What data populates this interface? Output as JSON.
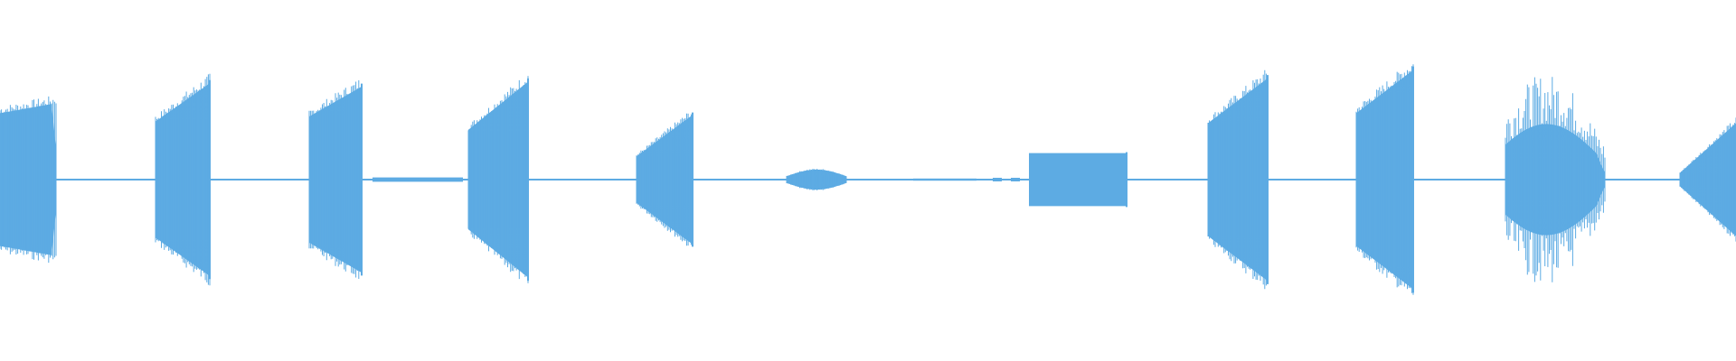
{
  "waveform": {
    "color": "#5dabe3",
    "background": "#ffffff",
    "centerline": "visible",
    "segments": [
      {
        "kind": "burst",
        "amp_start": 0.4,
        "amp_end": 0.46,
        "cutoff": "fade"
      },
      {
        "kind": "burst",
        "amp_start": 0.35,
        "amp_end": 0.58,
        "cutoff": "sharp"
      },
      {
        "kind": "burst",
        "amp_start": 0.38,
        "amp_end": 0.56,
        "cutoff": "sharp"
      },
      {
        "kind": "burst",
        "amp_start": 0.3,
        "amp_end": 0.59,
        "cutoff": "sharp"
      },
      {
        "kind": "burst",
        "amp_start": 0.14,
        "amp_end": 0.39,
        "cutoff": "sharp"
      },
      {
        "kind": "wedge",
        "amp_start": 0.02,
        "amp_end": 0.06,
        "cutoff": "fade"
      },
      {
        "kind": "sustain",
        "amp_start": 0.16,
        "amp_end": 0.16,
        "cutoff": "sharp"
      },
      {
        "kind": "burst",
        "amp_start": 0.34,
        "amp_end": 0.61,
        "cutoff": "sharp"
      },
      {
        "kind": "burst",
        "amp_start": 0.4,
        "amp_end": 0.66,
        "cutoff": "sharp"
      },
      {
        "kind": "tremolo",
        "amp_start": 0.18,
        "amp_end": 0.56,
        "cutoff": "fade"
      },
      {
        "kind": "wedge",
        "amp_start": 0.04,
        "amp_end": 0.34,
        "cutoff": "open"
      }
    ]
  }
}
